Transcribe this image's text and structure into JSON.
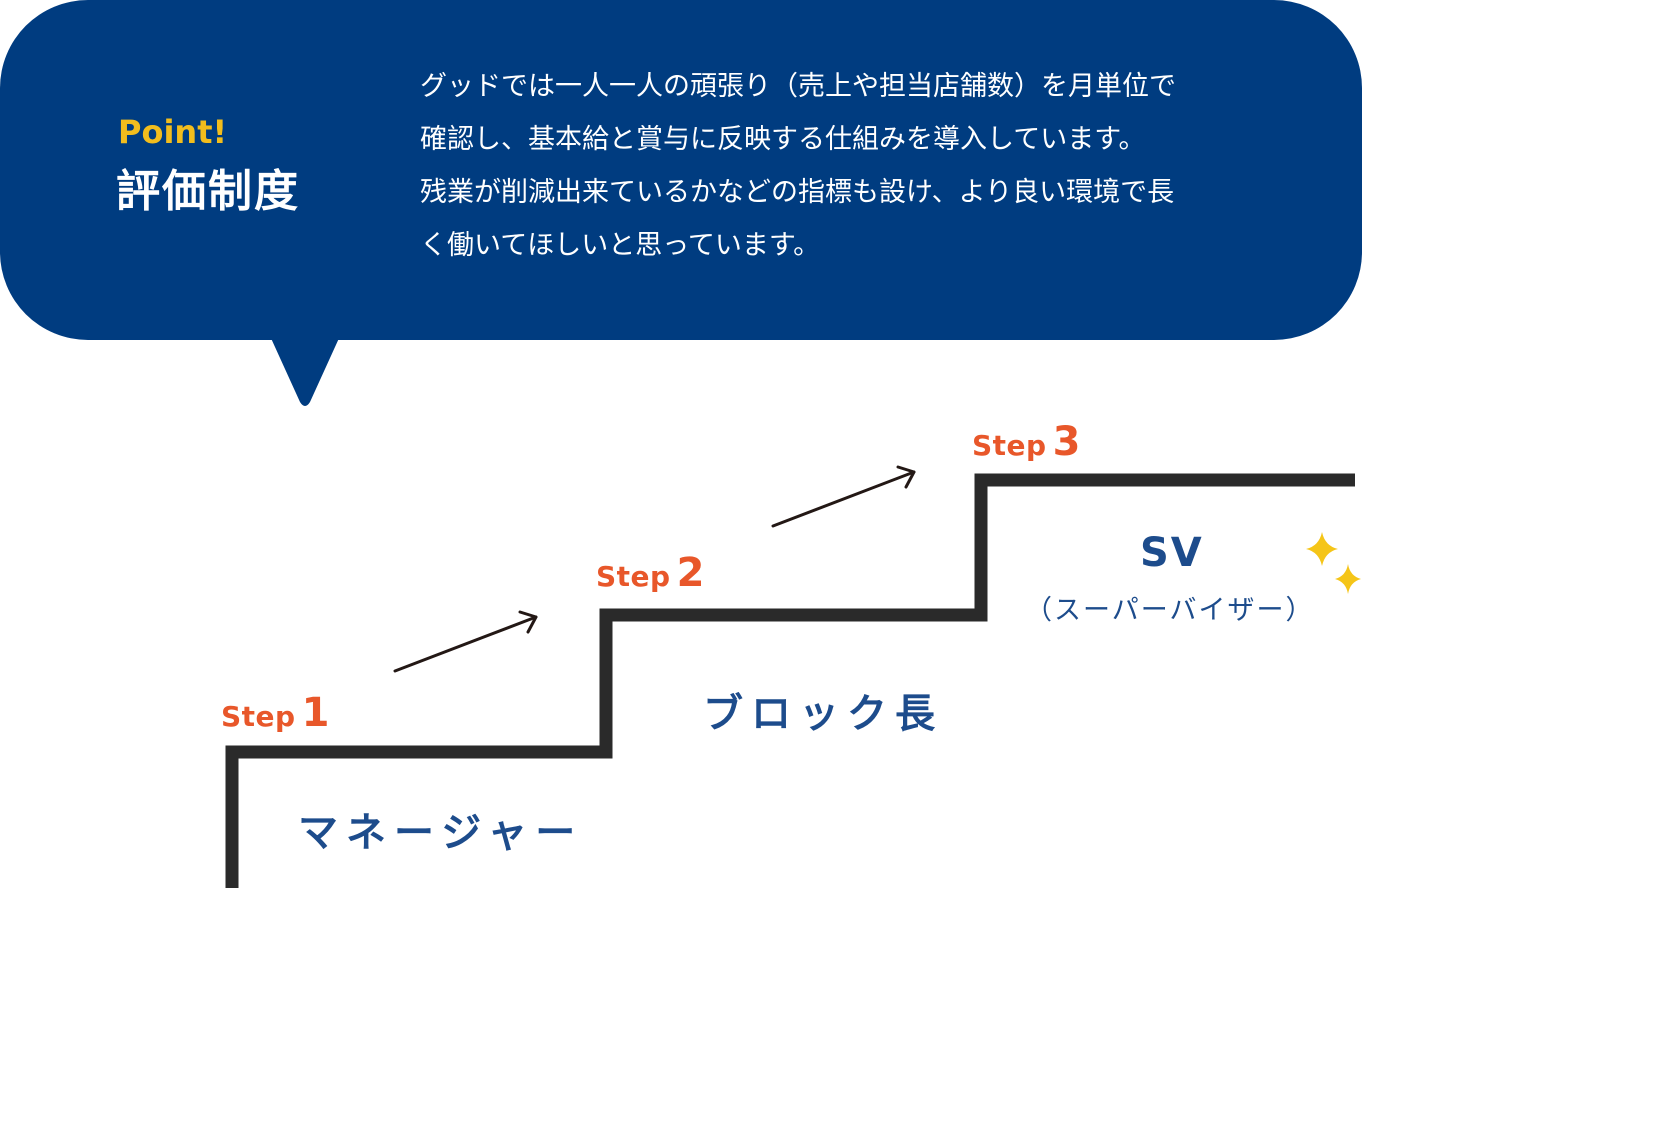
{
  "callout": {
    "badge": "Point!",
    "title": "評価制度",
    "description_lines": [
      "グッドでは一人一人の頑張り（売上や担当店舗数）を月単位で",
      "確認し、基本給と賞与に反映する仕組みを導入しています。",
      "残業が削減出来ているかなどの指標も設け、より良い環境で長",
      "く働いてほしいと思っています。"
    ]
  },
  "steps": [
    {
      "word": "Step",
      "number": "1",
      "role": "マネージャー"
    },
    {
      "word": "Step",
      "number": "2",
      "role": "ブロック長"
    },
    {
      "word": "Step",
      "number": "3",
      "role": "SV",
      "role_sub": "（スーパーバイザー）"
    }
  ],
  "colors": {
    "callout_bg": "#003c80",
    "badge": "#f2bd1d",
    "step_label": "#e8572a",
    "role_text": "#1d4c8c",
    "stair_line": "#2a2a2a",
    "sparkle": "#f5c518"
  }
}
